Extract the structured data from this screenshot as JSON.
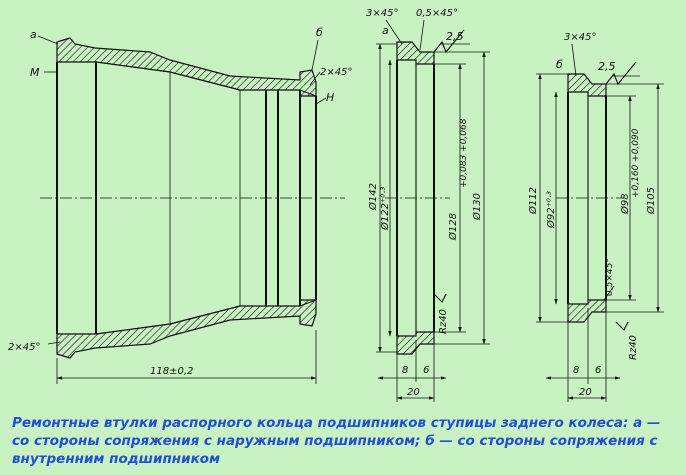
{
  "caption": "Ремонтные втулки распорного кольца подшипников ступицы заднего колеса: а — со стороны сопряжения с наружным подшипником; б — со стороны сопряжения с внутренним подшипником",
  "fig_main": {
    "label_a": "а",
    "label_b": "б",
    "label_M": "М",
    "label_H": "Н",
    "chamfer_right": "2×45°",
    "chamfer_left": "2×45°",
    "length": "118±0,2"
  },
  "fig_a": {
    "label": "а",
    "chamfer_outer": "3×45°",
    "chamfer_inner": "0,5×45°",
    "roughness": "2,5",
    "d_outer": "Ø142",
    "d_bore": "Ø122⁺⁰·³",
    "d_fit": "Ø128",
    "d_fit_tol": "+0,083 +0,068",
    "d_flange": "Ø130",
    "roughness_bore": "Rz40",
    "dim_8": "8",
    "dim_6": "6",
    "dim_20": "20"
  },
  "fig_b": {
    "label": "б",
    "chamfer_outer": "3×45°",
    "roughness": "2,5",
    "d_outer": "Ø112",
    "d_bore": "Ø92⁺⁰·³",
    "d_fit": "Ø98",
    "d_fit_tol": "+0,160 +0,090",
    "d_flange": "Ø105",
    "chamfer_inner": "0,5×45°",
    "roughness_bore": "Rz40",
    "dim_8": "8",
    "dim_6": "6",
    "dim_20": "20"
  }
}
